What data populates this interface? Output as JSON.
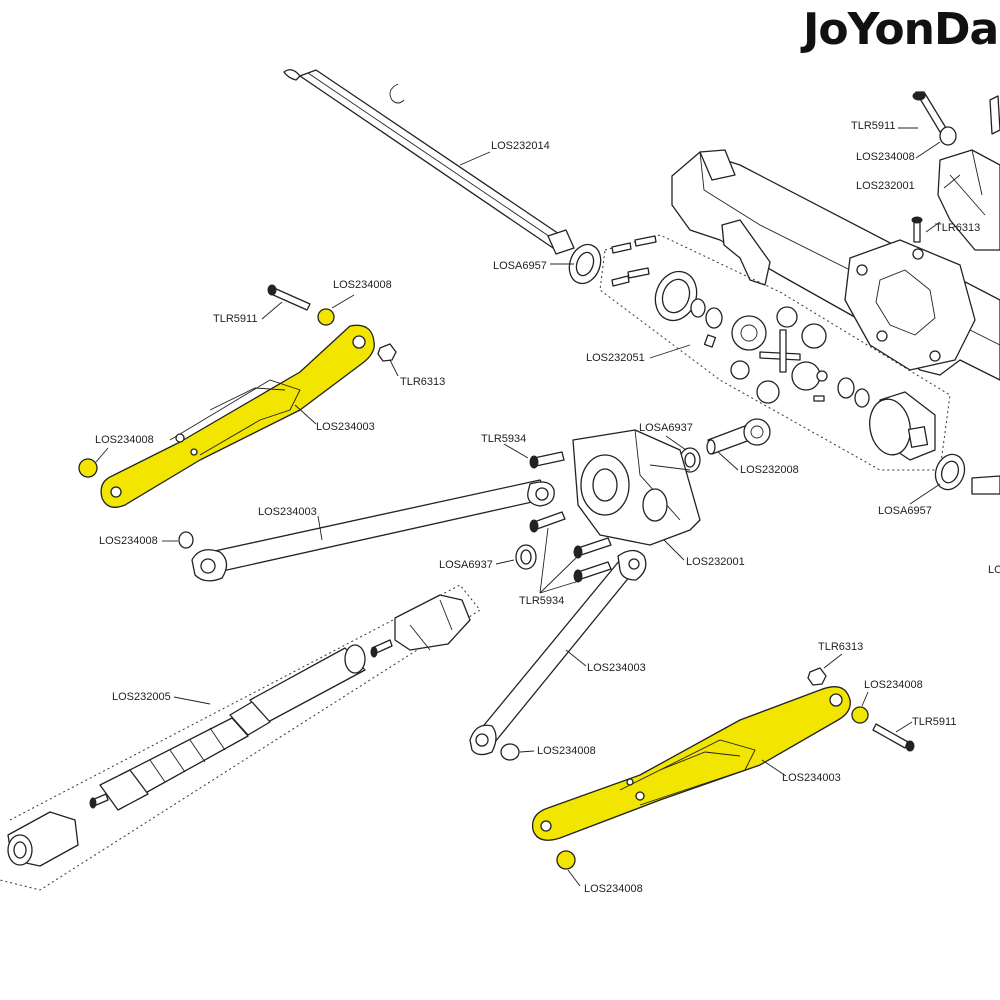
{
  "brand": {
    "name": "JoYonDa",
    "mark": "®"
  },
  "highlight_color": "#f2e600",
  "labels": {
    "los232014": "LOS232014",
    "losa6957_top": "LOSA6957",
    "tlr5911_left": "TLR5911",
    "los234008_left_top": "LOS234008",
    "tlr6313_left": "TLR6313",
    "los234003_left": "LOS234003",
    "los234008_left_bottom": "LOS234008",
    "los232051": "LOS232051",
    "tlr5911_top_right": "TLR5911",
    "los234008_top_right": "LOS234008",
    "los232001_top_right": "LOS232001",
    "tlr6313_top_right": "TLR6313",
    "tlr5934_top": "TLR5934",
    "losa6937_top": "LOSA6937",
    "los232008": "LOS232008",
    "losa6957_right": "LOSA6957",
    "los234003_upper_link": "LOS234003",
    "los234008_mid_left": "LOS234008",
    "losa6937_bottom": "LOSA6937",
    "tlr5934_bottom": "TLR5934",
    "los232001_center": "LOS232001",
    "los234003_lower_link": "LOS234003",
    "los234008_lower_link": "LOS234008",
    "los232005": "LOS232005",
    "tlr6313_right": "TLR6313",
    "los234008_right_top": "LOS234008",
    "tlr5911_right": "TLR5911",
    "los234003_right": "LOS234003",
    "los234008_right_bottom": "LOS234008",
    "los_edge_cut": "LO"
  }
}
